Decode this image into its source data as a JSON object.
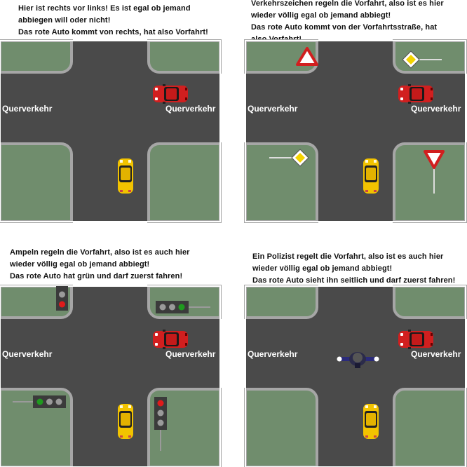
{
  "panels": [
    {
      "caption": [
        "Hier ist rechts vor links! Es ist egal ob jemand",
        "abbiegen will oder nicht!",
        "Das rote Auto kommt von rechts, hat also Vorfahrt!"
      ],
      "road_label_left": "Querverkehr",
      "road_label_right": "Querverkehr"
    },
    {
      "caption": [
        "Verkehrszeichen regeln die Vorfahrt, also ist es hier",
        "wieder völlig egal ob jemand abbiegt!",
        "Das  rote  Auto kommt von der Vorfahrtsstraße, hat",
        "also Vorfahrt!"
      ],
      "road_label_left": "Querverkehr",
      "road_label_right": "Querverkehr"
    },
    {
      "caption": [
        "Ampeln regeln die Vorfahrt, also ist es auch hier",
        "wieder völlig egal ob jemand abbiegt!",
        "Das rote Auto hat grün und darf zuerst fahren!"
      ],
      "road_label_left": "Querverkehr",
      "road_label_right": "Querverkehr"
    },
    {
      "caption": [
        "Ein Polizist regelt die Vorfahrt, also ist es auch hier",
        "wieder völlig egal ob jemand abbiegt!",
        "Das rote Auto sieht ihn seitlich und darf zuerst fahren!"
      ],
      "road_label_left": "Querverkehr",
      "road_label_right": "Querverkehr"
    }
  ],
  "colors": {
    "grass": "#708d6d",
    "road": "#4a4a4a",
    "curb": "#a6a6a6",
    "red_car": "#d11f1f",
    "yellow_car": "#f2c300"
  },
  "icons": [
    "red-car-icon",
    "yellow-car-icon",
    "yield-sign-icon",
    "priority-road-sign-icon",
    "traffic-light-icon",
    "police-officer-icon"
  ]
}
